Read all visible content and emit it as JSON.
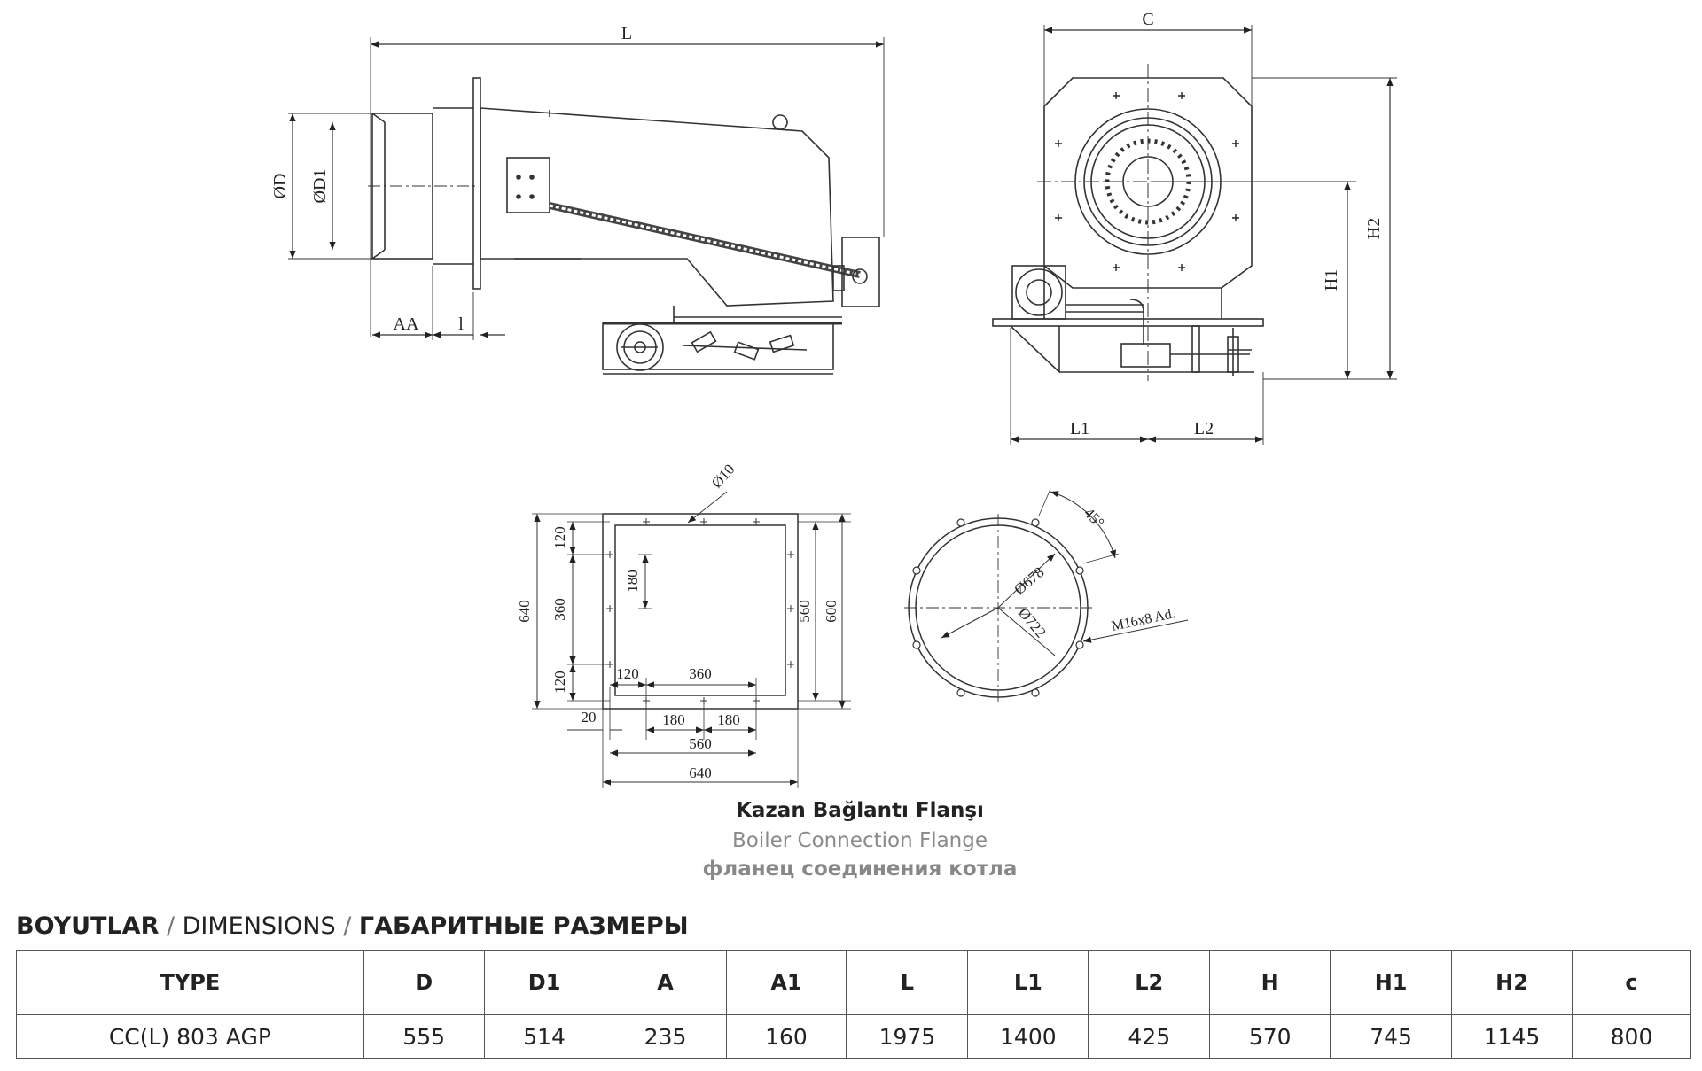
{
  "side_view": {
    "L": "L",
    "D": "ØD",
    "D1": "ØD1",
    "AA": "AA",
    "l": "l"
  },
  "front_view": {
    "C": "C",
    "H1": "H1",
    "H2": "H2",
    "L1": "L1",
    "L2": "L2"
  },
  "square_flange": {
    "hole": "Ø10",
    "left": [
      "120",
      "360",
      "120"
    ],
    "overall_left": "640",
    "inner_vert": "180",
    "right_inner": "560",
    "right_outer": "600",
    "bottom_top": [
      "120",
      "360"
    ],
    "offset": "20",
    "bottom_pitch": [
      "180",
      "180"
    ],
    "bottom_inner": "560",
    "bottom_outer": "640"
  },
  "round_flange": {
    "angle": "45°",
    "d_inner": "Ø678",
    "d_outer": "Ø722",
    "bolts": "M16x8 Ad."
  },
  "caption": {
    "tr": "Kazan Bağlantı Flanşı",
    "en": "Boiler Connection Flange",
    "ru": "фланец соединения котла"
  },
  "heading": {
    "tr": "BOYUTLAR",
    "sep": " / ",
    "en": "DIMENSIONS",
    "ru": "ГАБАРИТНЫЕ РАЗМЕРЫ"
  },
  "table": {
    "headers": [
      "TYPE",
      "D",
      "D1",
      "A",
      "A1",
      "L",
      "L1",
      "L2",
      "H",
      "H1",
      "H2",
      "c"
    ],
    "row": [
      "CC(L) 803 AGP",
      "555",
      "514",
      "235",
      "160",
      "1975",
      "1400",
      "425",
      "570",
      "745",
      "1145",
      "800"
    ]
  }
}
